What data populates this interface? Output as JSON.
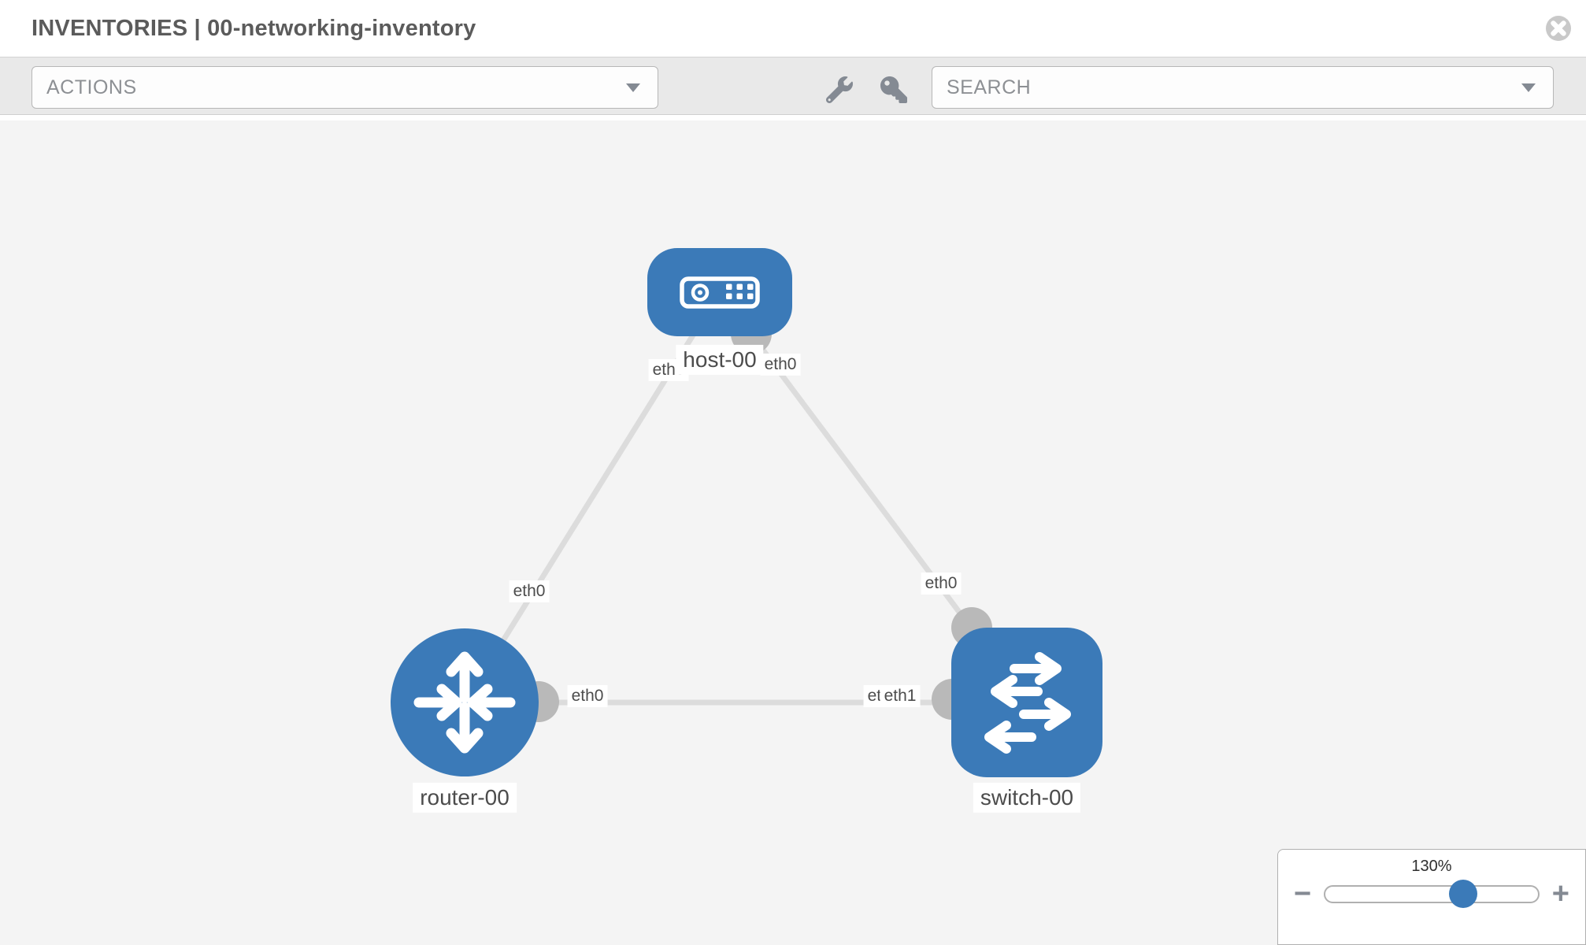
{
  "header": {
    "title": "INVENTORIES | 00-networking-inventory"
  },
  "toolbar": {
    "actions_dropdown": "ACTIONS",
    "search_dropdown": "SEARCH"
  },
  "icons": {
    "close": "times-circle",
    "wrench": "wrench",
    "key": "key",
    "caret": "caret-down",
    "host": "server",
    "router": "router-arrows",
    "switch": "switch-arrows",
    "zoom_out": "minus",
    "zoom_in": "plus"
  },
  "topology": {
    "nodes": [
      {
        "name": "host-00",
        "type": "host",
        "shape": "rounded-rect",
        "icon": "server-icon"
      },
      {
        "name": "router-00",
        "type": "router",
        "shape": "circle",
        "icon": "router-arrows-icon"
      },
      {
        "name": "switch-00",
        "type": "switch",
        "shape": "rounded-square",
        "icon": "switch-arrows-icon"
      }
    ],
    "links": [
      {
        "from": "host-00",
        "from_if": "eth0",
        "to": "router-00",
        "to_if": "eth0"
      },
      {
        "from": "host-00",
        "from_if": "eth0",
        "to": "switch-00",
        "to_if": "eth0"
      },
      {
        "from": "router-00",
        "from_if": "eth0",
        "to": "switch-00",
        "to_if": "eth1"
      }
    ],
    "labels": {
      "host_name": "host-00",
      "router_name": "router-00",
      "switch_name": "switch-00",
      "host_if_left": "eth0",
      "host_if_right": "eth0",
      "router_if_top": "eth0",
      "switch_if_top": "eth0",
      "router_if_right": "eth0",
      "switch_if_left_under": "eth0",
      "switch_if_left": "eth1"
    }
  },
  "zoom_control": {
    "level": "130%",
    "minus_label": "−",
    "plus_label": "+"
  },
  "colors": {
    "node_blue": "#3b7ab8",
    "link_gray": "#dcdcdc",
    "interface_gray": "#b9b9b9",
    "toolbar_bg": "#e9e9e9",
    "canvas_bg": "#f4f4f4",
    "label_text": "#4c4c4c",
    "control_gray": "#848a93"
  }
}
